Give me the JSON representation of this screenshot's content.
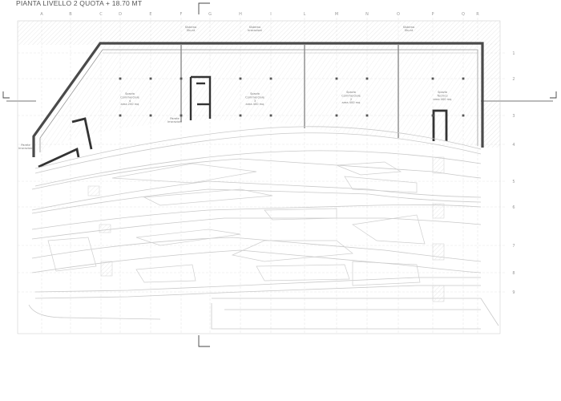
{
  "title": "PIANTA LIVELLO 2 QUOTA  + 18.70 MT",
  "grid": {
    "columns": [
      "A",
      "B",
      "C",
      "D",
      "E",
      "F",
      "G",
      "H",
      "I",
      "L",
      "M",
      "N",
      "O",
      "P",
      "Q",
      "R"
    ],
    "rows": [
      "1",
      "2",
      "3",
      "4",
      "5",
      "6",
      "7",
      "8",
      "9"
    ]
  },
  "rooms": [
    {
      "name": "Spazio",
      "use": "Commerciale",
      "id": "4",
      "area": "area 200 mq"
    },
    {
      "name": "Spazio",
      "use": "Commerciale",
      "id": "3",
      "area": "area 400 mq"
    },
    {
      "name": "Spazio",
      "use": "Commerciale",
      "id": "2",
      "area": "area 400 mq"
    },
    {
      "name": "Spazio",
      "use": "Tecnico",
      "id": "",
      "area": "area 400 mq"
    }
  ],
  "edge_labels": [
    {
      "line1": "Sistema",
      "line2": "Shunt"
    },
    {
      "line1": "Sistema",
      "line2": "Irrorazioni"
    },
    {
      "line1": "Sistema",
      "line2": "Shunt"
    },
    {
      "line1": "Parete",
      "line2": "Irrorazioni"
    },
    {
      "line1": "Parete",
      "line2": "Irrorazioni"
    }
  ]
}
